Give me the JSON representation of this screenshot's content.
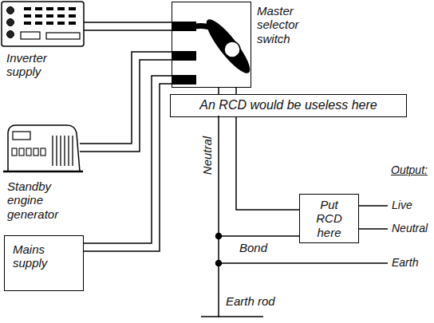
{
  "diagram": {
    "nodes": [
      {
        "text": [
          "Inverter supply"
        ]
      },
      {
        "text": [
          "Master selector switch"
        ]
      },
      {
        "text": [
          "Standby engine generator"
        ]
      },
      {
        "text": [
          "Mains supply"
        ]
      },
      {
        "text": [
          "An RCD would be useless here"
        ]
      },
      {
        "text": [
          "Put RCD here"
        ]
      }
    ],
    "edges": [
      {
        "from": 0,
        "to": 1,
        "arrow": "none"
      },
      {
        "from": 2,
        "to": 1,
        "arrow": "none"
      },
      {
        "from": 3,
        "to": 1,
        "arrow": "none"
      },
      {
        "from": 4,
        "to": 5,
        "arrow": "none"
      }
    ],
    "labels": [
      "Neutral",
      "Bond",
      "Earth rod",
      "Output:",
      "Live",
      "Neutral",
      "Earth"
    ]
  }
}
